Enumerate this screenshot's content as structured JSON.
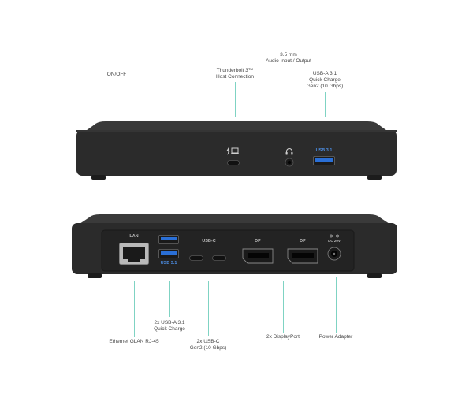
{
  "front": {
    "labels": {
      "onoff": [
        "ON/OFF"
      ],
      "thunderbolt": [
        "Thunderbolt 3™",
        "Host Connection"
      ],
      "audio": [
        "3.5 mm",
        "Audio Input / Output"
      ],
      "usba": [
        "USB-A 3.1",
        "Quick Charge",
        "Gen2 (10 Gbps)"
      ]
    },
    "port_text": {
      "usb31": "USB 3.1"
    }
  },
  "back": {
    "labels": {
      "ethernet": [
        "Ethernet GLAN RJ-45"
      ],
      "usba": [
        "2x USB-A 3.1",
        "Quick Charge"
      ],
      "usbc": [
        "2x USB-C",
        "Gen2 (10 Gbps)"
      ],
      "dp": [
        "2x DisplayPort"
      ],
      "power": [
        "Power Adapter"
      ]
    },
    "port_text": {
      "lan": "LAN",
      "usb31": "USB 3.1",
      "usbc": "USB-C",
      "dp1": "DP",
      "dp2": "DP",
      "dc": "DC 20V"
    }
  },
  "colors": {
    "dock_body": "#2b2b2b",
    "dock_top": "#3a3a3a",
    "leader_line": "#7fd3c3",
    "usb_blue": "#2a6fd6",
    "label_text": "#444444"
  }
}
